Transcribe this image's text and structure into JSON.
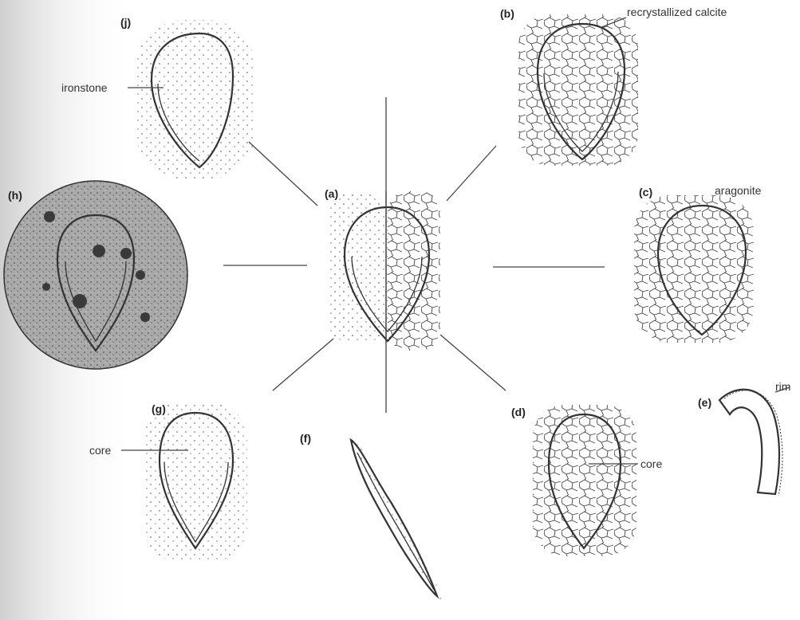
{
  "panels": {
    "a": {
      "label": "(a)"
    },
    "b": {
      "label": "(b)",
      "annotation": "recrystallized calcite"
    },
    "c": {
      "label": "(c)",
      "annotation": "aragonite"
    },
    "d": {
      "label": "(d)",
      "annotation": "core"
    },
    "e": {
      "label": "(e)",
      "annotation": "rim"
    },
    "f": {
      "label": "(f)"
    },
    "g": {
      "label": "(g)",
      "annotation": "core"
    },
    "h": {
      "label": "(h)"
    },
    "j": {
      "label": "(j)",
      "annotation": "ironstone"
    }
  },
  "colors": {
    "ink": "#333333",
    "matrix_h": "#a9a9a9",
    "patch_h": "#3a3a3a",
    "left_margin_shade": "#d6d6d6"
  }
}
